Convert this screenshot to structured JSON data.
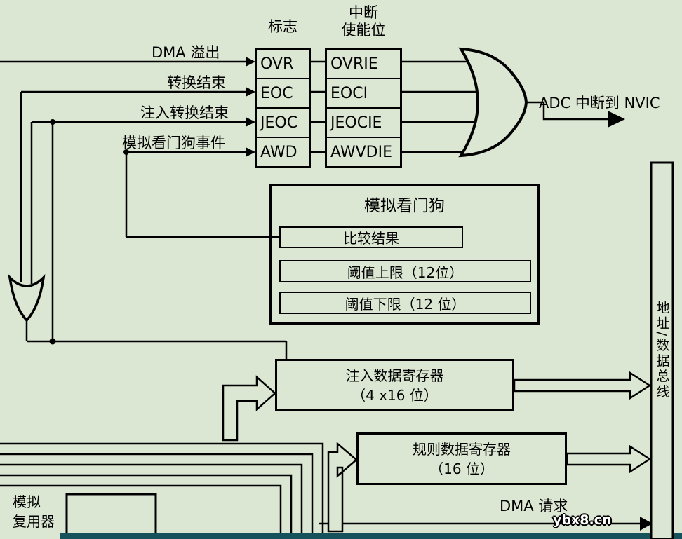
{
  "page": {
    "bg": "#dbe7d2",
    "bottom_bar_color": "#16525c"
  },
  "headers": {
    "flags": "标志",
    "enable": [
      "中断",
      "使能位"
    ]
  },
  "inputs": {
    "dma_overflow": "DMA 溢出",
    "eoc": "转换结束",
    "jeoc": "注入转换结束",
    "awd_event": "模拟看门狗事件"
  },
  "flags_box": {
    "cells": [
      "OVR",
      "EOC",
      "JEOC",
      "AWD"
    ]
  },
  "enable_box": {
    "cells": [
      "OVRIE",
      "EOCI",
      "JEOCIE",
      "AWVDIE"
    ]
  },
  "nvic": {
    "label": "ADC 中断到 NVIC"
  },
  "watchdog": {
    "title": "模拟看门狗",
    "compare": "比较结果",
    "upper": "阈值上限（12位）",
    "lower": "阈值下限（12 位）"
  },
  "injected_reg": {
    "line1": "注入数据寄存器",
    "line2": "（4 x16 位）"
  },
  "regular_reg": {
    "line1": "规则数据寄存器",
    "line2": "（16 位）"
  },
  "bus": {
    "label": "地址/数据总线"
  },
  "dma_request": {
    "label": "DMA 请求"
  },
  "mux": {
    "line1": "模拟",
    "line2": "复用器"
  },
  "watermark": "ybx8.cn"
}
